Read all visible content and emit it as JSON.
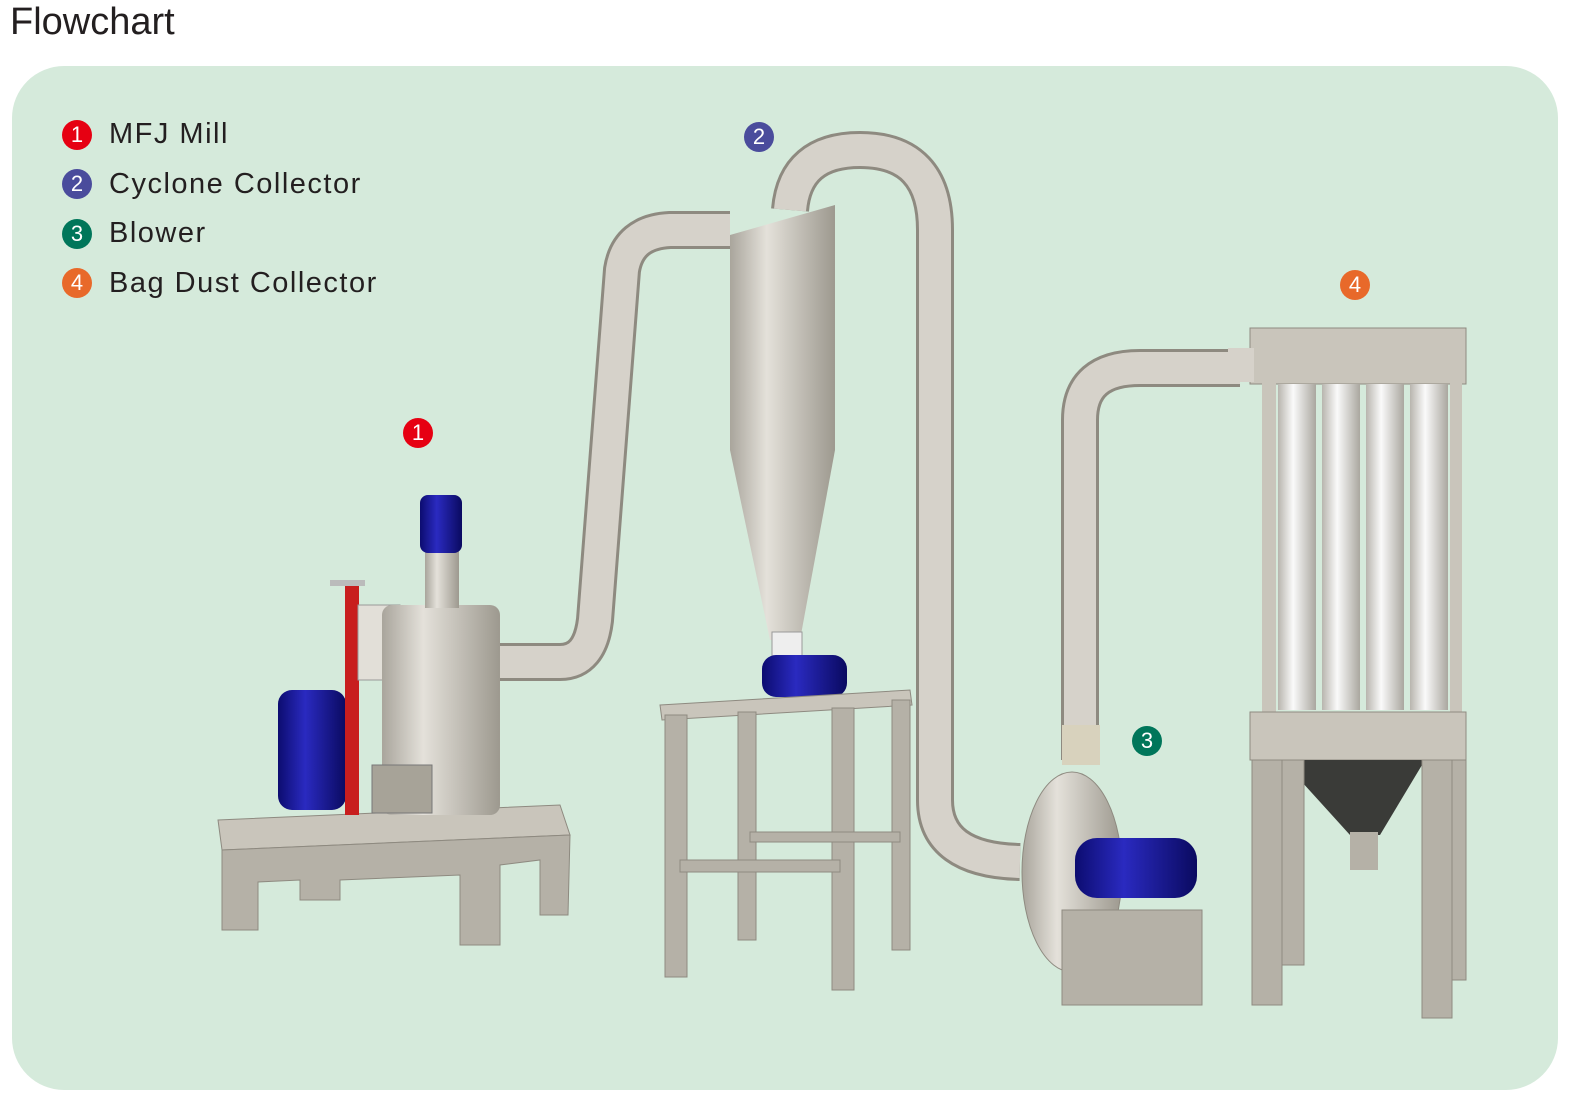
{
  "title": "Flowchart",
  "legend": [
    {
      "num": "1",
      "label": "MFJ Mill",
      "color": "#e60012"
    },
    {
      "num": "2",
      "label": "Cyclone Collector",
      "color": "#4a4c9c"
    },
    {
      "num": "3",
      "label": "Blower",
      "color": "#00765a"
    },
    {
      "num": "4",
      "label": "Bag Dust Collector",
      "color": "#e8692a"
    }
  ]
}
